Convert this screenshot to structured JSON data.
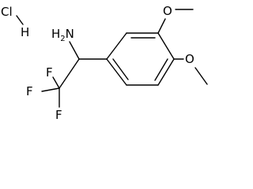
{
  "structure": {
    "counterion": {
      "chlorine": "Cl",
      "hydrogen": "H"
    },
    "amine": "H2N",
    "fluorines": [
      "F",
      "F",
      "F"
    ],
    "methoxy_upper": "O",
    "methoxy_lower": "O"
  }
}
